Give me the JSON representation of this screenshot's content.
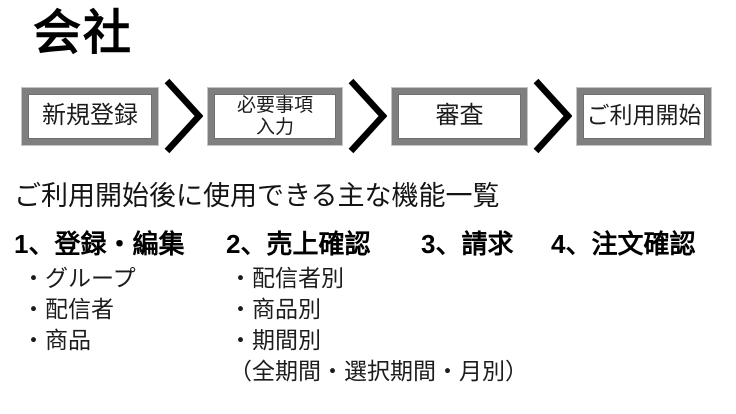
{
  "title": "会社",
  "flow": {
    "steps": [
      {
        "label": "新規登録",
        "lines": [
          "新規登録"
        ]
      },
      {
        "label": "必要事項入力",
        "lines": [
          "必要事項",
          "入力"
        ]
      },
      {
        "label": "審査",
        "lines": [
          "審査"
        ]
      },
      {
        "label": "ご利用開始",
        "lines": [
          "ご利用開始"
        ]
      }
    ],
    "separator_icon": "chevron-right"
  },
  "subtitle": "ご利用開始後に使用できる主な機能一覧",
  "features": {
    "sections": [
      {
        "heading": "1、登録・編集",
        "items": [
          "・グループ",
          "・配信者",
          "・商品"
        ]
      },
      {
        "heading": "2、売上確認",
        "items": [
          "・配信者別",
          "・商品別",
          "・期間別",
          "（全期間・選択期間・月別）"
        ]
      },
      {
        "heading": "3、請求",
        "items": []
      },
      {
        "heading": "4、注文確認",
        "items": []
      }
    ]
  },
  "colors": {
    "box_border": "#7f7f7f",
    "chevron": "#000000",
    "text": "#1c1c1c",
    "heading_text": "#000000",
    "background": "#ffffff"
  }
}
